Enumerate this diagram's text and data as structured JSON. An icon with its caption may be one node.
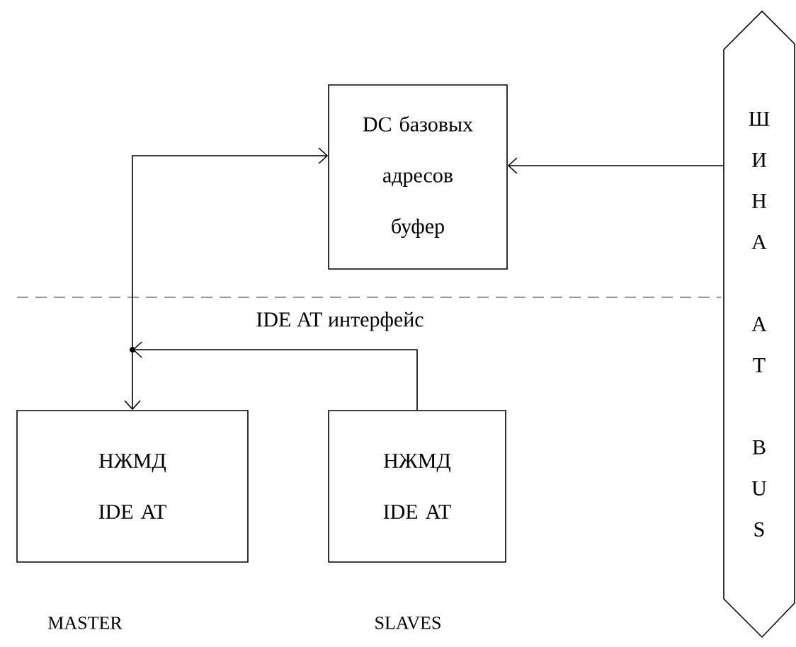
{
  "diagram": {
    "nodes": [
      {
        "text": [
          "ШИНА AT BUS"
        ]
      },
      {
        "text": [
          "DC базовых адресов буфер"
        ]
      },
      {
        "text": [
          "НЖМД IDE AT"
        ],
        "beside": [
          "MASTER"
        ]
      },
      {
        "text": [
          "НЖМД IDE AT"
        ],
        "beside": [
          "SLAVES"
        ]
      }
    ],
    "edges": [
      {
        "from": 0,
        "to": 1,
        "arrow": "to"
      },
      {
        "from": 2,
        "to": 1,
        "arrow": "both"
      },
      {
        "from": 3,
        "to": null,
        "arrow": "to"
      }
    ],
    "labels": [
      "IDE AT интерфейс"
    ]
  }
}
